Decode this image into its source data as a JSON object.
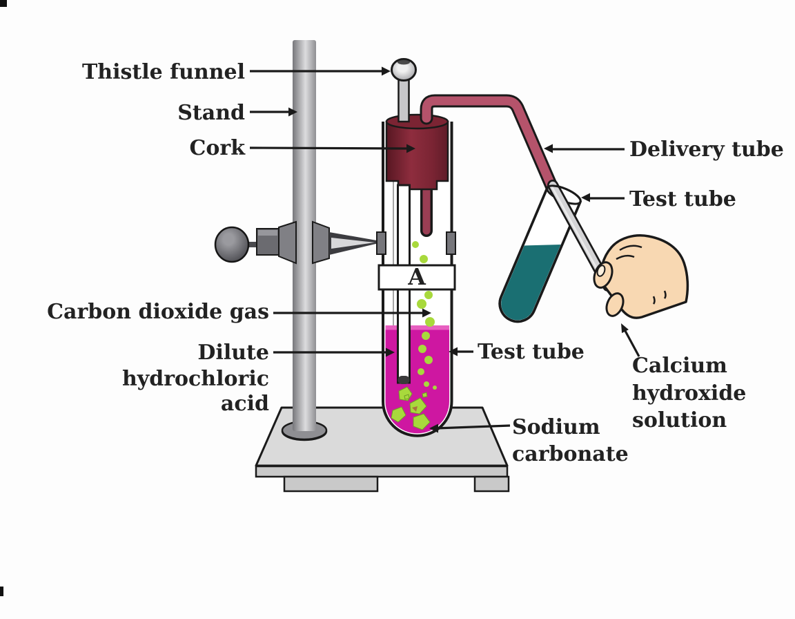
{
  "diagram": {
    "labels": {
      "thistle_funnel": "Thistle funnel",
      "stand": "Stand",
      "cork": "Cork",
      "carbon_dioxide_gas": "Carbon dioxide gas",
      "dilute_hcl_line1": "Dilute",
      "dilute_hcl_line2": "hydrochloric",
      "dilute_hcl_line3": "acid",
      "test_tube_left": "Test tube",
      "sodium_carbonate_line1": "Sodium",
      "sodium_carbonate_line2": "carbonate",
      "delivery_tube": "Delivery tube",
      "test_tube_right": "Test tube",
      "calcium_hydroxide_line1": "Calcium",
      "calcium_hydroxide_line2": "hydroxide",
      "calcium_hydroxide_line3": "solution",
      "tube_marker": "A"
    },
    "colors": {
      "cork": "#7b2433",
      "delivery_tube": "#b5536b",
      "delivery_tube_stub": "#9a3e54",
      "acid": "#ce17a1",
      "acid_surface": "#e75fc0",
      "bubbles": "#a8d93c",
      "limewater": "#1a6f72",
      "skin": "#f8d8b2",
      "label_text": "#222222"
    }
  }
}
